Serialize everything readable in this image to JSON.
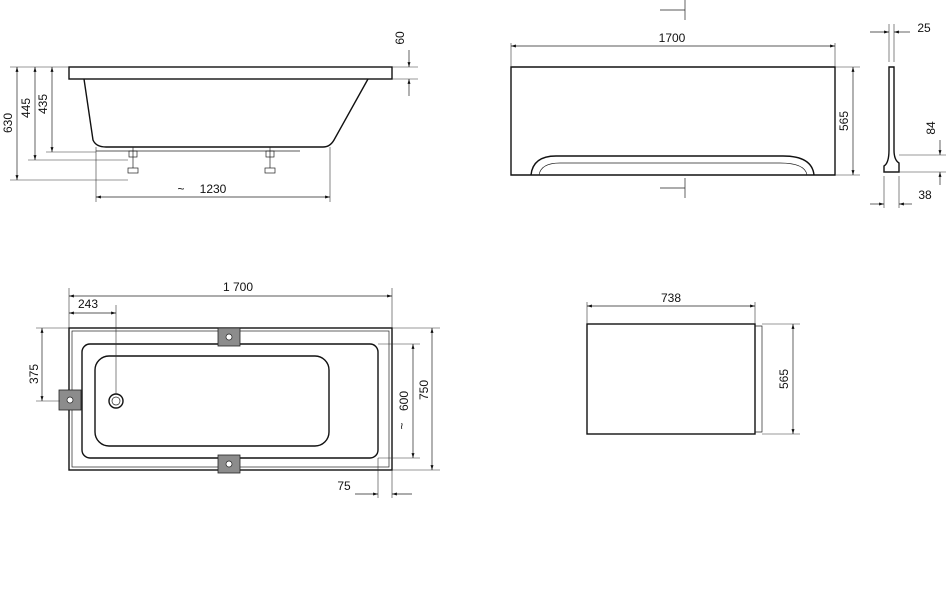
{
  "side_view": {
    "dim_total_height": "630",
    "dim_height_445": "445",
    "dim_height_435": "435",
    "dim_rim": "60",
    "dim_length": "1230",
    "approx_symbol": "~"
  },
  "front_panel": {
    "dim_width": "1700",
    "dim_height": "565",
    "dim_top_flange": "25",
    "dim_84": "84",
    "dim_38": "38"
  },
  "top_view": {
    "dim_length": "1 700",
    "dim_drain_offset": "243",
    "dim_drain_y": "375",
    "dim_inner_width": "600",
    "dim_outer_width": "750",
    "dim_edge": "75",
    "approx_symbol": "~"
  },
  "end_panel": {
    "dim_width": "738",
    "dim_height": "565"
  }
}
